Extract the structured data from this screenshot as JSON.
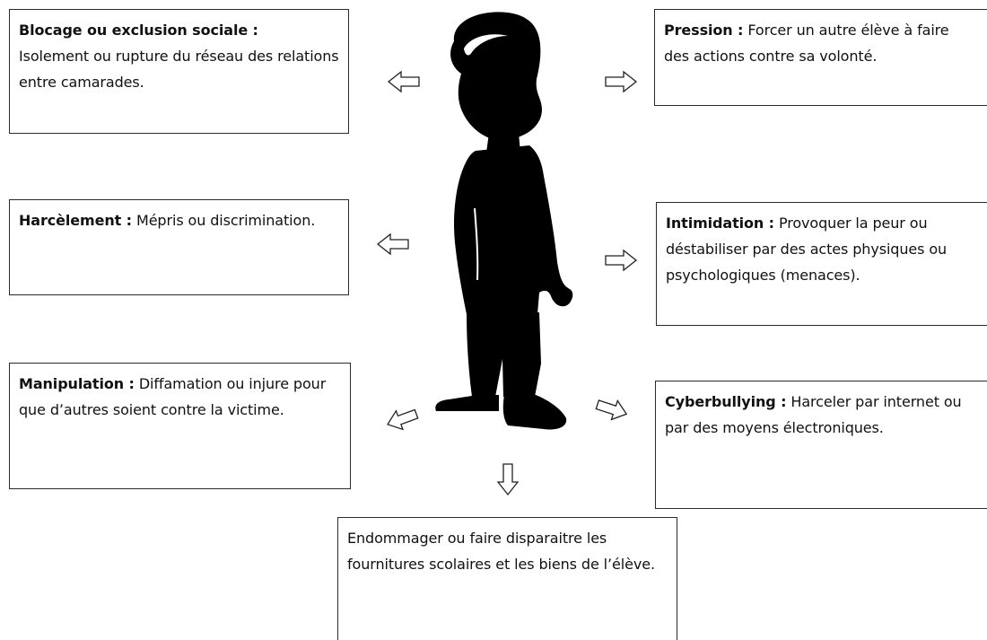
{
  "boxes": {
    "blocage": {
      "term": "Blocage ou exclusion sociale :",
      "text": "Isolement ou rupture du réseau des relations entre camarades."
    },
    "pression": {
      "term": "Pression :",
      "text": "Forcer un autre élève à faire des actions contre sa volonté."
    },
    "harcelement": {
      "term": "Harcèlement :",
      "text": "Mépris ou discrimination."
    },
    "intimidation": {
      "term": "Intimidation :",
      "text": "Provoquer la peur ou déstabiliser par des actes physiques ou psychologiques (menaces)."
    },
    "manipulation": {
      "term": "Manipulation :",
      "text": "Diffamation ou injure pour que d’autres soient contre la victime."
    },
    "cyberbullying": {
      "term": "Cyberbullying :",
      "text": "Harceler par internet ou par des moyens électroniques."
    },
    "endommager": {
      "text": "Endommager ou faire disparaitre les fournitures scolaires et les biens de l’élève."
    }
  },
  "colors": {
    "silhouette": "#000000",
    "border": "#2b2b2b",
    "background": "#ffffff"
  },
  "icons": {
    "figure": "person-silhouette-icon",
    "arrows": "hollow-arrow-icon"
  }
}
